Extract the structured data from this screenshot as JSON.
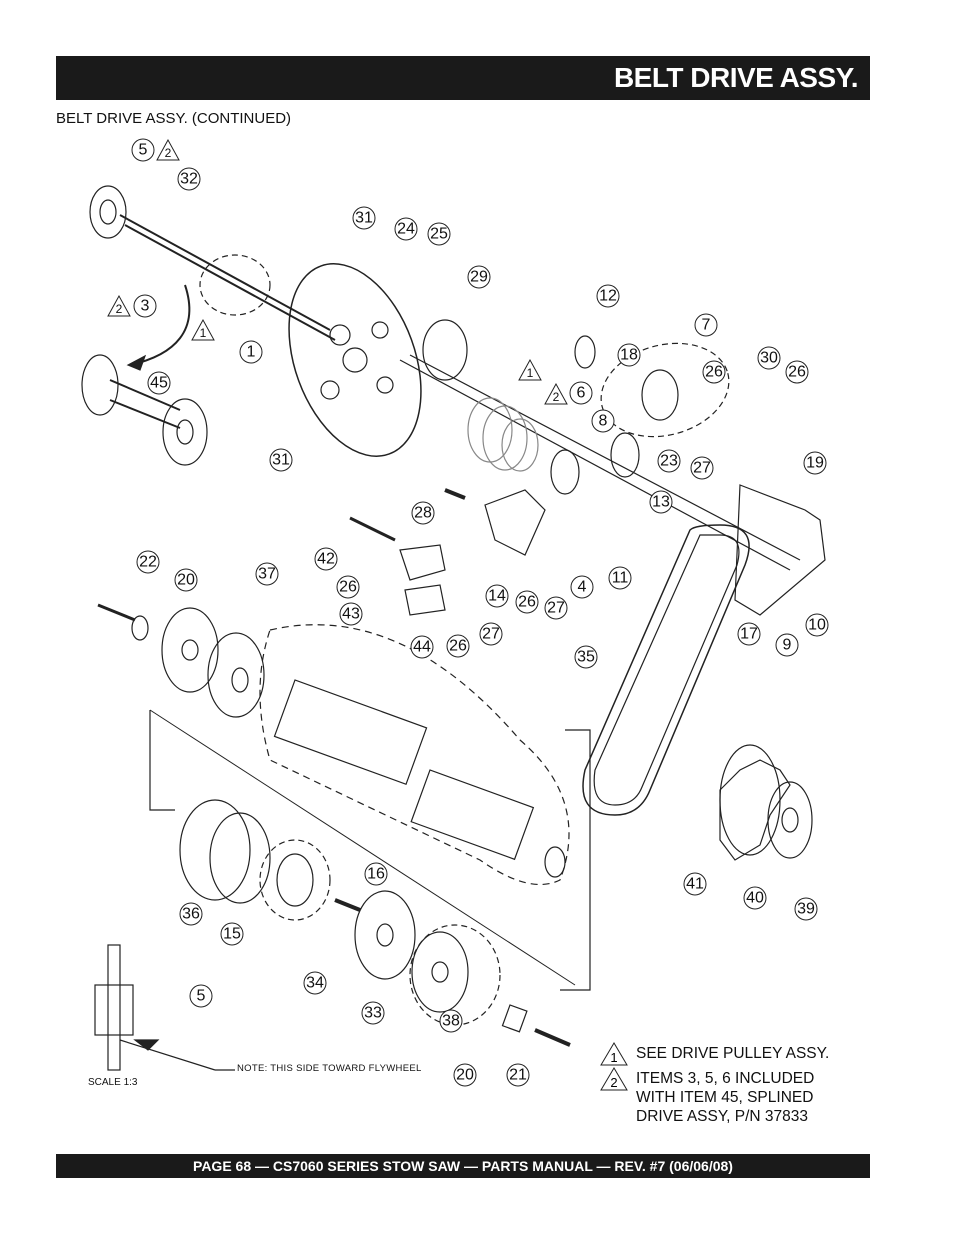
{
  "header": {
    "title": "BELT DRIVE ASSY."
  },
  "subtitle": "BELT DRIVE ASSY. (CONTINUED)",
  "footer": {
    "text": "PAGE 68 — CS7060 SERIES STOW SAW — PARTS MANUAL — REV. #7 (06/06/08)"
  },
  "callouts": [
    "5",
    "2",
    "32",
    "2",
    "3",
    "1",
    "45",
    "1",
    "31",
    "24",
    "25",
    "29",
    "12",
    "7",
    "18",
    "26",
    "30",
    "26",
    "1",
    "2",
    "6",
    "8",
    "23",
    "27",
    "19",
    "13",
    "31",
    "28",
    "42",
    "14",
    "26",
    "27",
    "4",
    "11",
    "22",
    "20",
    "37",
    "26",
    "43",
    "44",
    "26",
    "27",
    "35",
    "17",
    "9",
    "10",
    "16",
    "36",
    "15",
    "41",
    "40",
    "39",
    "34",
    "33",
    "38",
    "5",
    "20",
    "21"
  ],
  "scale_note": "SCALE 1:3",
  "flywheel_note": "NOTE:  THIS SIDE TOWARD FLYWHEEL",
  "legend": [
    {
      "num": "1",
      "text": "SEE DRIVE PULLEY ASSY."
    },
    {
      "num": "2",
      "line1": "ITEMS 3, 5, 6 INCLUDED",
      "line2": "WITH ITEM 45, SPLINED",
      "line3": "DRIVE ASSY, P/N 37833"
    }
  ]
}
